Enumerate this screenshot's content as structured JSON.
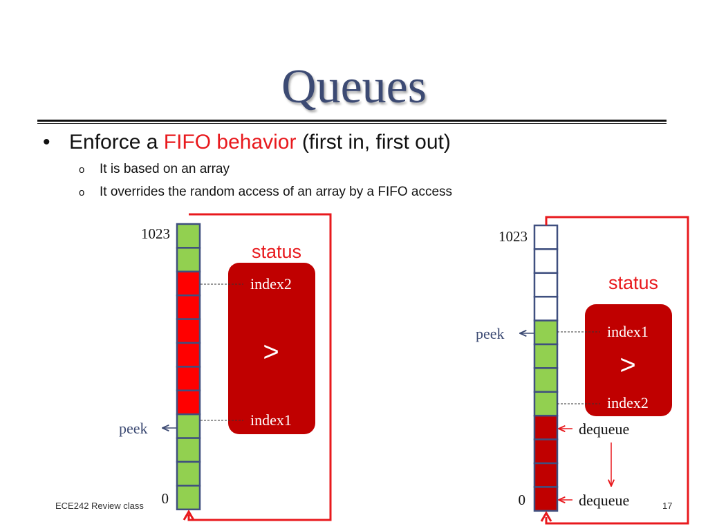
{
  "slide": {
    "title": "Queues",
    "bullet": {
      "prefix": "Enforce a ",
      "highlight": "FIFO behavior",
      "suffix": " (first in, first out)"
    },
    "subbullets": [
      "It is based on an array",
      "It overrides the random access of an array by a FIFO access"
    ],
    "footer": "ECE242 Review class",
    "page_number": "17"
  },
  "colors": {
    "title": "#3c4a73",
    "accent_red": "#e8191d",
    "green_cell": "#92d050",
    "red_cell": "#ff0000",
    "dark_red_cell": "#c00000",
    "empty_cell": "#ffffff",
    "cell_border": "#3f4f7f",
    "status_box": "#c00000",
    "peek_text": "#3c4a73"
  },
  "left_diagram": {
    "label_top": "1023",
    "label_bottom": "0",
    "cells_top_to_bottom": [
      "green",
      "green",
      "red",
      "red",
      "red",
      "red",
      "red",
      "red",
      "green",
      "green",
      "green",
      "green"
    ],
    "status_label": "status",
    "index_top": "index2",
    "comparison": ">",
    "index_bottom": "index1",
    "peek_label": "peek"
  },
  "right_diagram": {
    "label_top": "1023",
    "label_bottom": "0",
    "cells_top_to_bottom": [
      "empty",
      "empty",
      "empty",
      "empty",
      "green",
      "green",
      "green",
      "green",
      "darkred",
      "darkred",
      "darkred",
      "darkred"
    ],
    "status_label": "status",
    "index_top": "index1",
    "comparison": ">",
    "index_bottom": "index2",
    "peek_label": "peek",
    "dequeue_top": "dequeue",
    "dequeue_bottom": "dequeue"
  }
}
